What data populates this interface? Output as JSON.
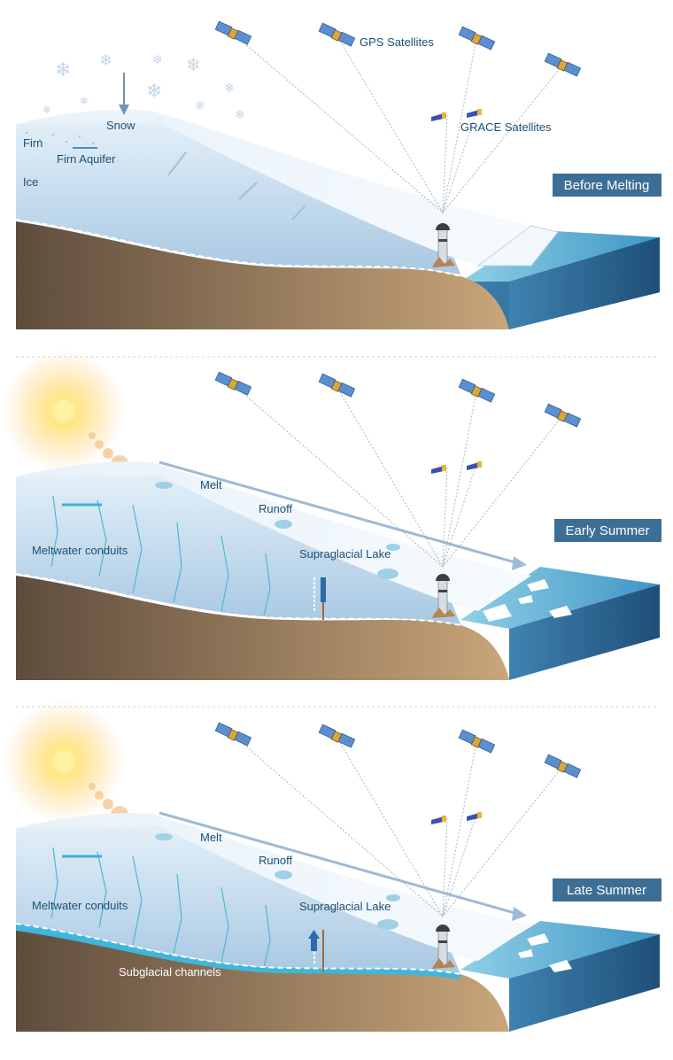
{
  "panels": [
    {
      "title": "Before Melting",
      "labels": {
        "gps": "GPS Satellites",
        "grace": "GRACE Satellites",
        "snow": "Snow",
        "firn": "Firn",
        "firn_aquifer": "Firn Aquifer",
        "ice": "Ice"
      }
    },
    {
      "title": "Early Summer",
      "labels": {
        "melt": "Melt",
        "runoff": "Runoff",
        "meltwater_conduits": "Meltwater conduits",
        "supraglacial_lake": "Supraglacial Lake"
      }
    },
    {
      "title": "Late Summer",
      "labels": {
        "melt": "Melt",
        "runoff": "Runoff",
        "meltwater_conduits": "Meltwater conduits",
        "supraglacial_lake": "Supraglacial Lake",
        "subglacial_channels": "Subglacial channels"
      }
    }
  ],
  "colors": {
    "title_bg": "#3d6f96",
    "ice": "#c9dff0",
    "ice_surface": "#eef5fb",
    "bedrock_dark": "#5e4c3c",
    "bedrock_light": "#c7a57a",
    "ocean": "#4f9cc4",
    "water": "#4cc0dd",
    "label": "#1d4f73"
  },
  "icons": [
    "satellite-icon",
    "grace-satellite-icon",
    "snowflake-icon",
    "sun-icon",
    "gps-station-icon"
  ]
}
